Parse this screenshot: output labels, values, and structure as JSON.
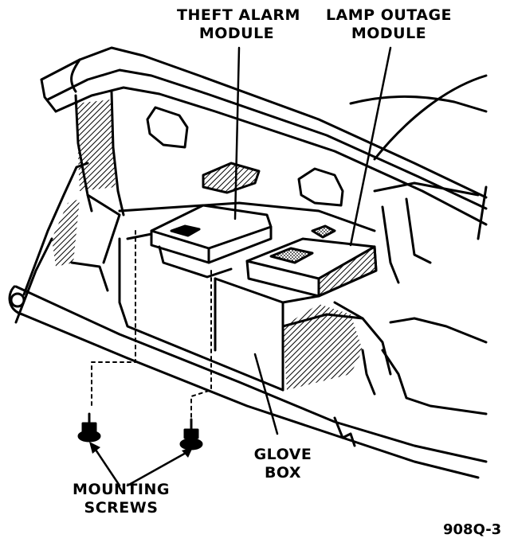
{
  "labels": {
    "theft_alarm_module": [
      "THEFT ALARM",
      "MODULE"
    ],
    "lamp_outage_module": [
      "LAMP OUTAGE",
      "MODULE"
    ],
    "glove_box": [
      "GLOVE",
      "BOX"
    ],
    "mounting_screws": [
      "MOUNTING",
      "SCREWS"
    ]
  },
  "figure_id": "908Q-3",
  "colors": {
    "ink": "#000000",
    "paper": "#ffffff"
  }
}
